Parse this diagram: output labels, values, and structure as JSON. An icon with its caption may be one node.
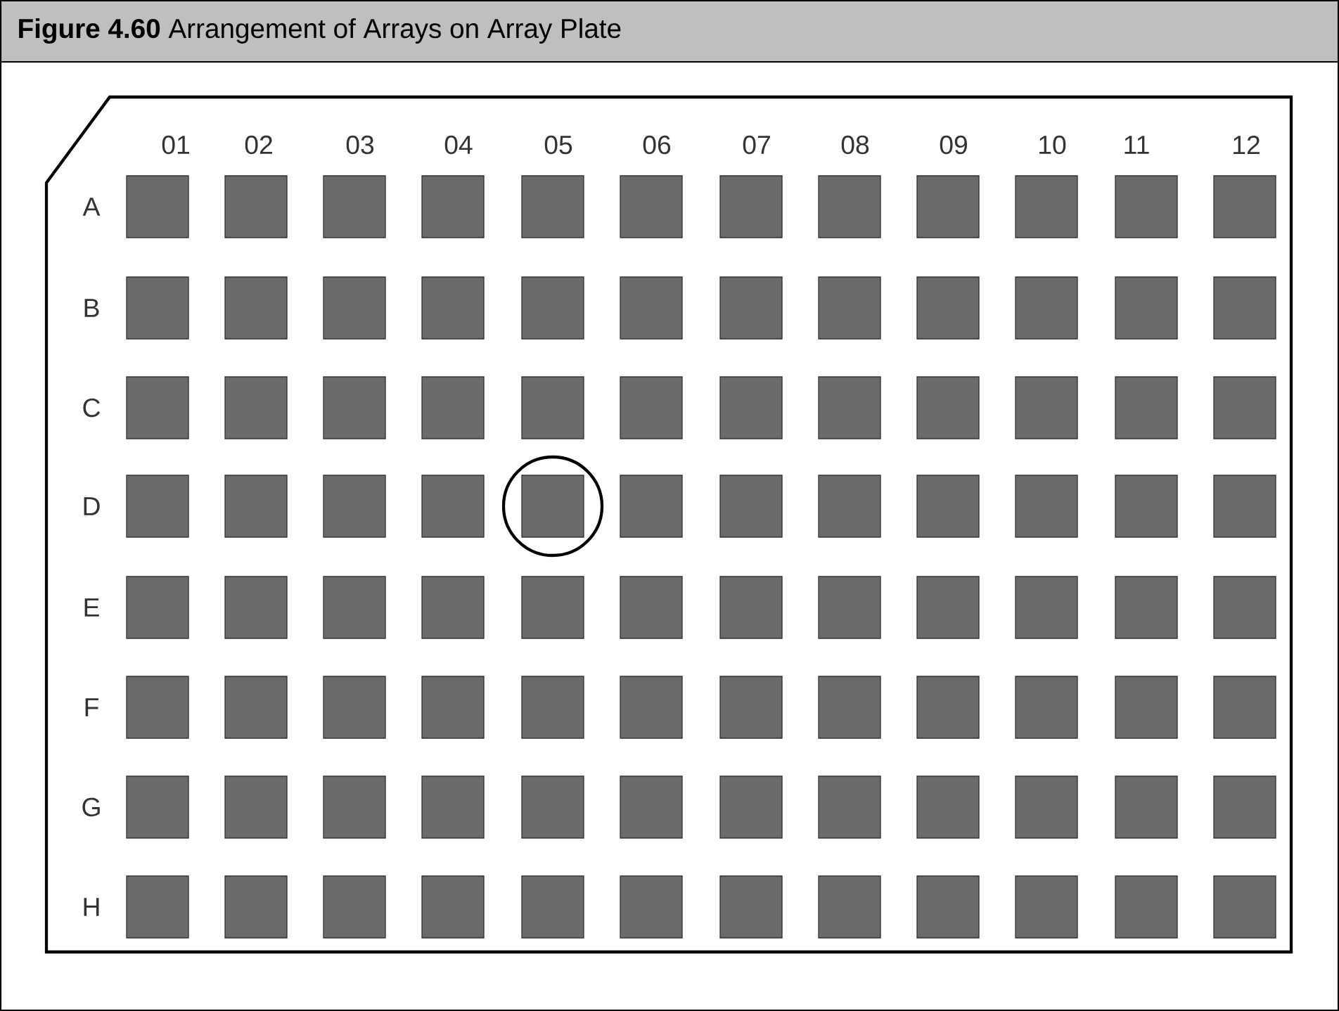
{
  "diagram": {
    "title": "**Figure 4.60** Arrangement of Arrays on Array Plate",
    "labels": [
      "01",
      "02",
      "03",
      "04",
      "05",
      "06",
      "07",
      "08",
      "09",
      "10",
      "11",
      "12",
      "A",
      "B",
      "C",
      "D",
      "E",
      "F",
      "G",
      "H"
    ]
  }
}
